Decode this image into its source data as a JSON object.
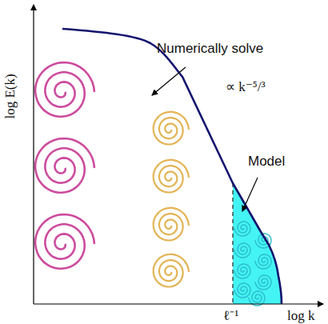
{
  "diagram": {
    "labels": [
      "log E(k)",
      "log k",
      "ℓ⁻¹",
      "Numerically solve",
      "Model",
      "∝ k⁻⁵/³"
    ]
  }
}
